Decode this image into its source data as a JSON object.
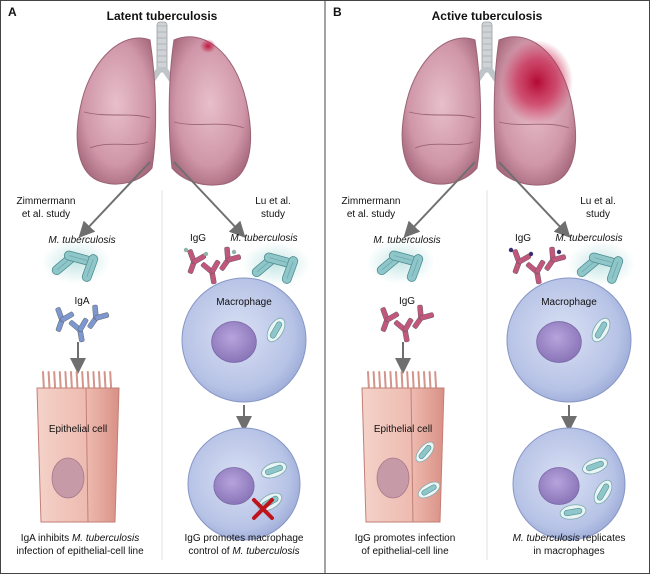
{
  "panels": [
    {
      "letter": "A",
      "title": "Latent tuberculosis",
      "left_study": [
        "Zimmermann",
        "et al. study"
      ],
      "right_study": [
        "Lu et al.",
        "study"
      ],
      "left_pathogen": "M. tuberculosis",
      "left_antibody": "IgA",
      "cell_label": "Epithelial cell",
      "right_antibody": "IgG",
      "right_pathogen": "M. tuberculosis",
      "macrophage_label": "Macrophage",
      "left_caption": {
        "pre": "IgA inhibits ",
        "it": "M. tuberculosis",
        "post": "",
        "line2": "infection of epithelial-cell line",
        "line2_it": ""
      },
      "right_caption": {
        "pre": "IgG promotes macrophage",
        "it": "",
        "post": "",
        "line2": "control of ",
        "line2_it": "M. tuberculosis"
      }
    },
    {
      "letter": "B",
      "title": "Active tuberculosis",
      "left_study": [
        "Zimmermann",
        "et al. study"
      ],
      "right_study": [
        "Lu et al.",
        "study"
      ],
      "left_pathogen": "M. tuberculosis",
      "left_antibody": "IgG",
      "cell_label": "Epithelial cell",
      "right_antibody": "IgG",
      "right_pathogen": "M. tuberculosis",
      "macrophage_label": "Macrophage",
      "left_caption": {
        "pre": "IgG promotes infection",
        "it": "",
        "post": "",
        "line2": "of epithelial-cell line",
        "line2_it": ""
      },
      "right_caption": {
        "pre": "",
        "it": "M. tuberculosis",
        "post": " replicates",
        "line2": "in macrophages",
        "line2_it": ""
      }
    }
  ],
  "colors": {
    "lung": "#c98fa0",
    "lung_light": "#e2b8c3",
    "inflammation": "#c0103a",
    "bacteria": "#8ec6c9",
    "iga": "#7d98d0",
    "igg": "#c2577d",
    "macrophage": "#b9c4e6",
    "nucleus": "#9a86c4",
    "epithelium": "#f0c4bb",
    "x_mark": "#c0141c"
  }
}
